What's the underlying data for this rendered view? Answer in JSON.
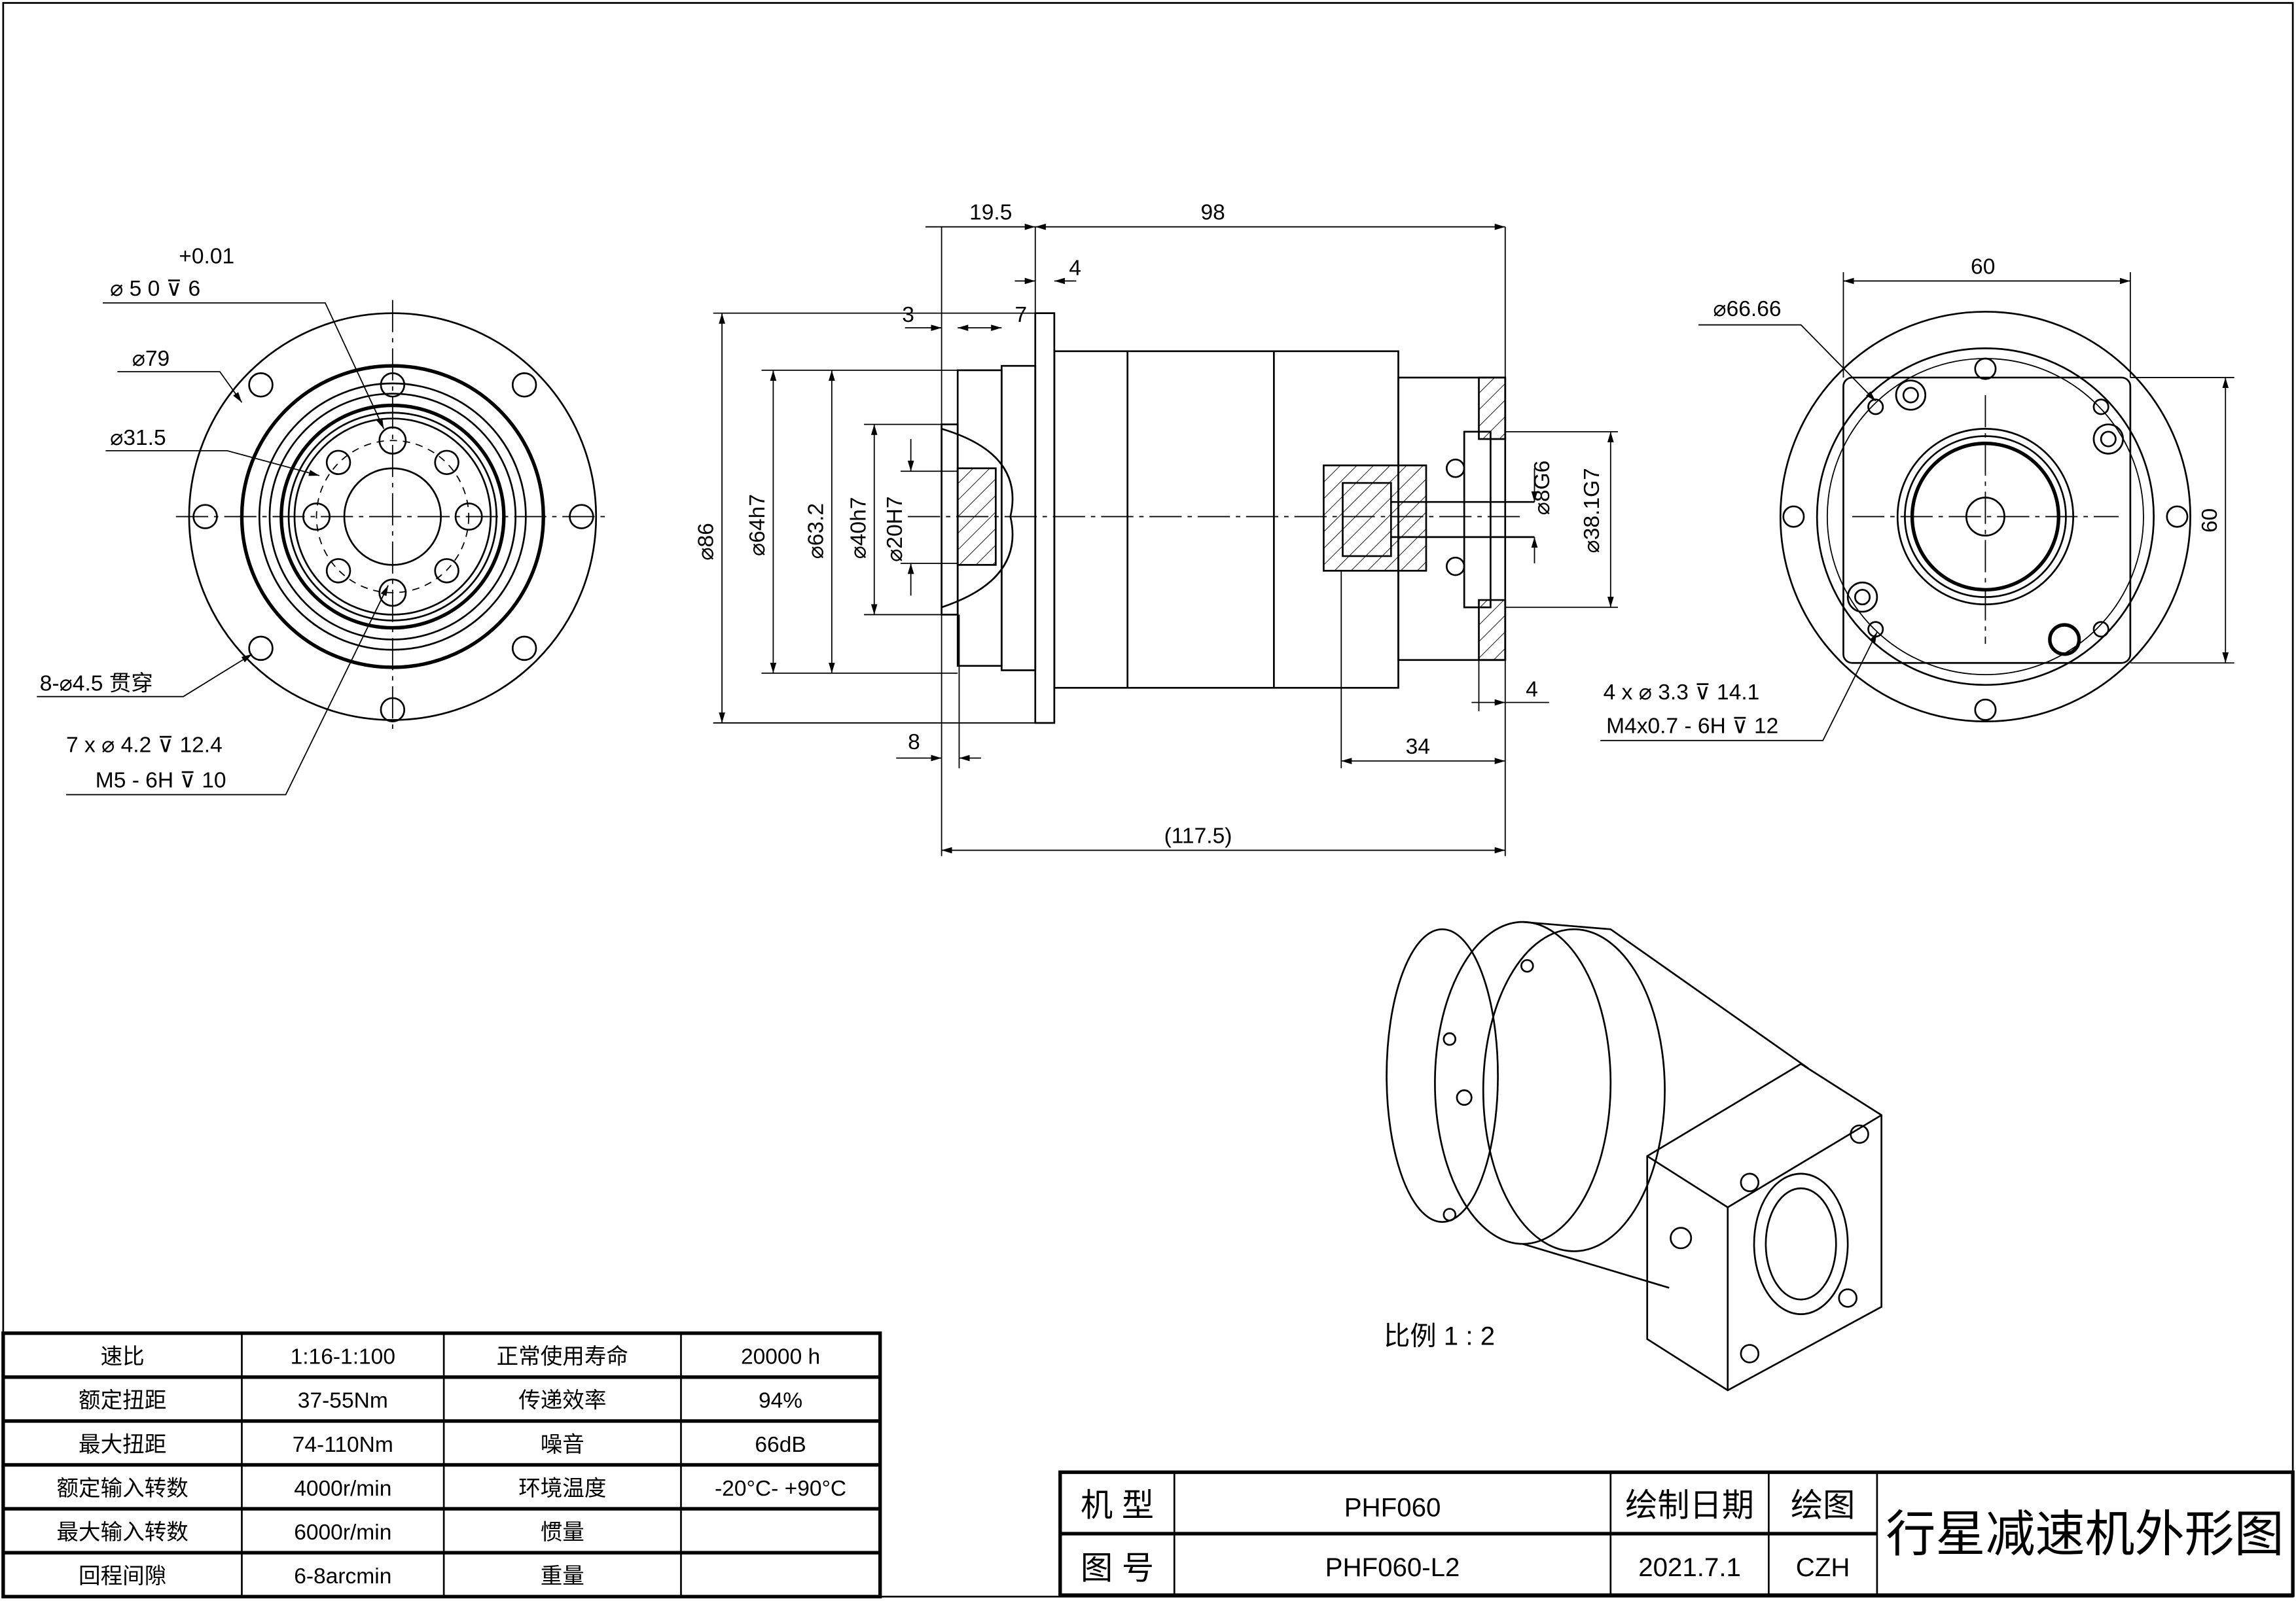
{
  "left_view": {
    "hole_tol": "+0.01",
    "hole_spec": "⌀ 5   0   ⊽ 6",
    "flange_dia": "⌀79",
    "pcd": "⌀31.5",
    "through_holes": "8-⌀4.5 贯穿",
    "tapped_1": "7 x  ⌀  4.2 ⊽  12.4",
    "tapped_2": "M5 - 6H ⊽  10"
  },
  "side_view": {
    "d_19_5": "19.5",
    "d_98": "98",
    "d_4_top": "4",
    "d_3": "3",
    "d_7": "7",
    "d_86": "⌀86",
    "d_64h7": "⌀64h7",
    "d_63_2": "⌀63.2",
    "d_40h7": "⌀40h7",
    "d_20h7": "⌀20H7",
    "d_8": "8",
    "d_8g6": "⌀8G6",
    "d_38_1g7": "⌀38.1G7",
    "d_4_right": "4",
    "d_34": "34",
    "d_117_5": "(117.5)"
  },
  "right_view": {
    "w_60": "60",
    "h_60": "60",
    "pcd": "⌀66.66",
    "tapped_1": "4 x  ⌀  3.3 ⊽  14.1",
    "tapped_2": "M4x0.7 - 6H ⊽  12"
  },
  "scale_label": "比例  1 : 2",
  "spec_table": [
    [
      "速比",
      "1:16-1:100",
      "正常使用寿命",
      "20000 h"
    ],
    [
      "额定扭距",
      "37-55Nm",
      "传递效率",
      "94%"
    ],
    [
      "最大扭距",
      "74-110Nm",
      "噪音",
      "66dB"
    ],
    [
      "额定输入转数",
      "4000r/min",
      "环境温度",
      "-20°C- +90°C"
    ],
    [
      "最大输入转数",
      "6000r/min",
      "惯量",
      ""
    ],
    [
      "回程间隙",
      "6-8arcmin",
      "重量",
      ""
    ]
  ],
  "title_block": {
    "model_label": "机 型",
    "model_value": "PHF060",
    "drawing_no_label": "图 号",
    "drawing_no_value": "PHF060-L2",
    "date_label": "绘制日期",
    "date_value": "2021.7.1",
    "drawer_label": "绘图",
    "drawer_value": "CZH",
    "title": "行星减速机外形图"
  }
}
